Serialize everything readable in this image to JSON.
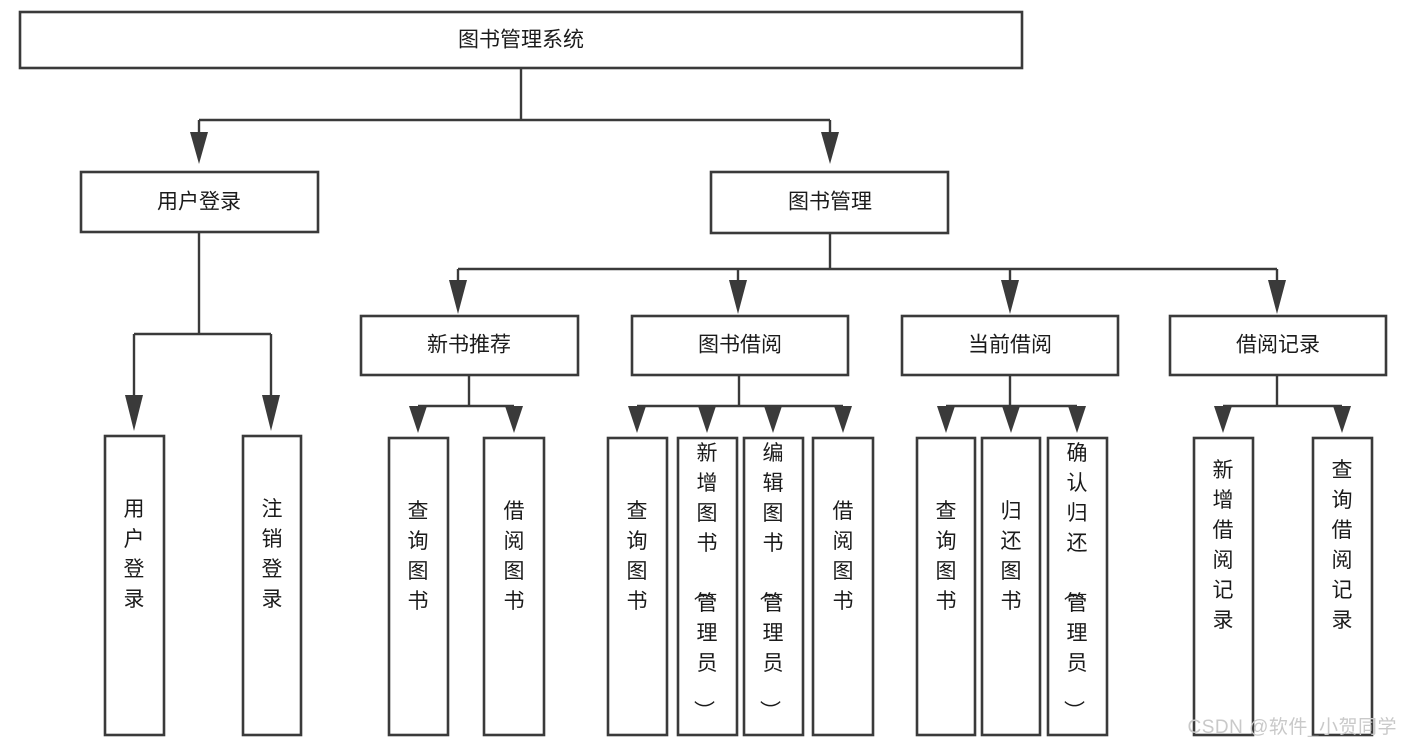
{
  "diagram": {
    "type": "tree-hierarchy-chart",
    "title": "图书管理系统",
    "colors": {
      "box_stroke": "#3a3a3a",
      "box_fill": "#ffffff",
      "connector": "#3a3a3a",
      "text": "#1b1b1b",
      "background": "#ffffff",
      "watermark": "#c9c9c9"
    },
    "root": {
      "label": "图书管理系统",
      "orientation": "horizontal"
    },
    "level2": [
      {
        "id": "user-login",
        "label": "用户登录",
        "orientation": "horizontal"
      },
      {
        "id": "book-management",
        "label": "图书管理",
        "orientation": "horizontal"
      }
    ],
    "level3": [
      {
        "id": "new-book-recommend",
        "label": "新书推荐",
        "orientation": "horizontal",
        "parent": "book-management"
      },
      {
        "id": "book-borrow",
        "label": "图书借阅",
        "orientation": "horizontal",
        "parent": "book-management"
      },
      {
        "id": "current-borrow",
        "label": "当前借阅",
        "orientation": "horizontal",
        "parent": "book-management"
      },
      {
        "id": "borrow-record",
        "label": "借阅记录",
        "orientation": "horizontal",
        "parent": "book-management"
      }
    ],
    "leaves": [
      {
        "id": "leaf-user-login",
        "label": "用户登录",
        "orientation": "vertical",
        "parent": "user-login"
      },
      {
        "id": "leaf-user-logout",
        "label": "注销登录",
        "orientation": "vertical",
        "parent": "user-login"
      },
      {
        "id": "leaf-query-book-1",
        "label": "查询图书",
        "orientation": "vertical",
        "parent": "new-book-recommend"
      },
      {
        "id": "leaf-borrow-book-1",
        "label": "借阅图书",
        "orientation": "vertical",
        "parent": "new-book-recommend"
      },
      {
        "id": "leaf-query-book-2",
        "label": "查询图书",
        "orientation": "vertical",
        "parent": "book-borrow"
      },
      {
        "id": "leaf-add-book",
        "label": "新增图书（管理员）",
        "orientation": "vertical",
        "parent": "book-borrow"
      },
      {
        "id": "leaf-edit-book",
        "label": "编辑图书（管理员）",
        "orientation": "vertical",
        "parent": "book-borrow"
      },
      {
        "id": "leaf-borrow-book-2",
        "label": "借阅图书",
        "orientation": "vertical",
        "parent": "book-borrow"
      },
      {
        "id": "leaf-query-book-3",
        "label": "查询图书",
        "orientation": "vertical",
        "parent": "current-borrow"
      },
      {
        "id": "leaf-return-book",
        "label": "归还图书",
        "orientation": "vertical",
        "parent": "current-borrow"
      },
      {
        "id": "leaf-confirm-return",
        "label": "确认归还（管理员）",
        "orientation": "vertical",
        "parent": "current-borrow"
      },
      {
        "id": "leaf-add-record",
        "label": "新增借阅记录",
        "orientation": "vertical",
        "parent": "borrow-record"
      },
      {
        "id": "leaf-query-record",
        "label": "查询借阅记录",
        "orientation": "vertical",
        "parent": "borrow-record"
      }
    ]
  },
  "watermark": {
    "text": "CSDN @软件_小贺同学"
  }
}
